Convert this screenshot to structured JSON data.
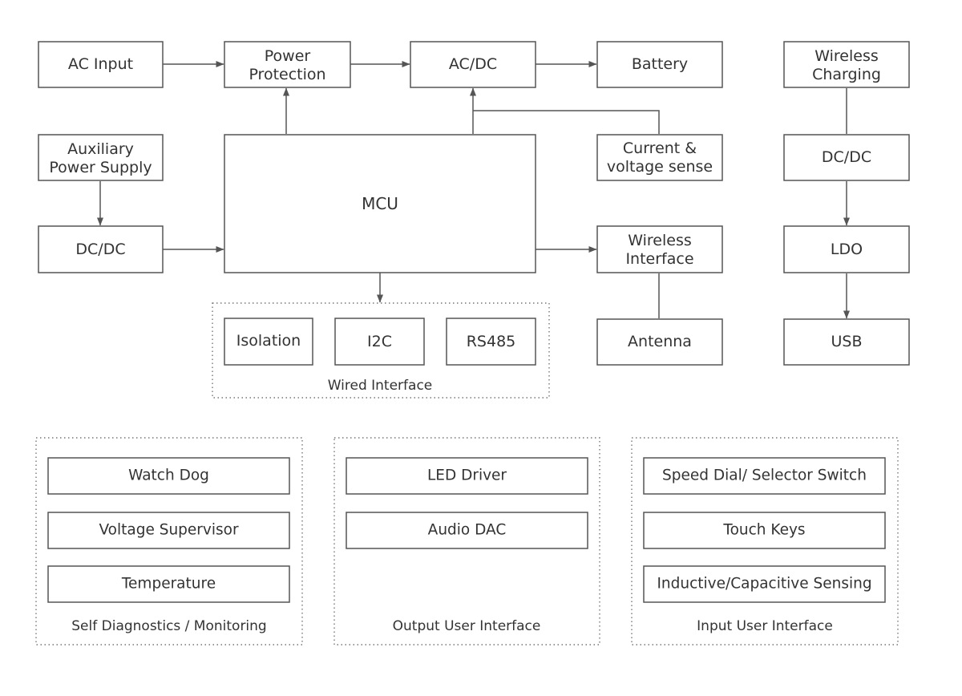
{
  "blocks": {
    "ac_input": "AC Input",
    "power_protection": [
      "Power",
      "Protection"
    ],
    "ac_dc": "AC/DC",
    "battery": "Battery",
    "wireless_charging": [
      "Wireless",
      "Charging"
    ],
    "auxiliary_power_supply": [
      "Auxiliary",
      "Power Supply"
    ],
    "mcu": "MCU",
    "current_voltage_sense": [
      "Current &",
      "voltage sense"
    ],
    "dc_dc_charging": "DC/DC",
    "dc_dc_aux": "DC/DC",
    "wireless_interface": [
      "Wireless",
      "Interface"
    ],
    "ldo": "LDO",
    "isolation": "Isolation",
    "i2c": "I2C",
    "rs485": "RS485",
    "antenna": "Antenna",
    "usb": "USB"
  },
  "groups": {
    "wired_interface": {
      "label": "Wired Interface"
    },
    "self_diagnostics": {
      "label": "Self Diagnostics / Monitoring",
      "items": [
        "Watch Dog",
        "Voltage Supervisor",
        "Temperature"
      ]
    },
    "output_ui": {
      "label": "Output User Interface",
      "items": [
        "LED Driver",
        "Audio DAC"
      ]
    },
    "input_ui": {
      "label": "Input User Interface",
      "items": [
        "Speed Dial/ Selector Switch",
        "Touch Keys",
        "Inductive/Capacitive Sensing"
      ]
    }
  },
  "colors": {
    "stroke": "#555555",
    "text": "#333333",
    "background": "#ffffff"
  }
}
